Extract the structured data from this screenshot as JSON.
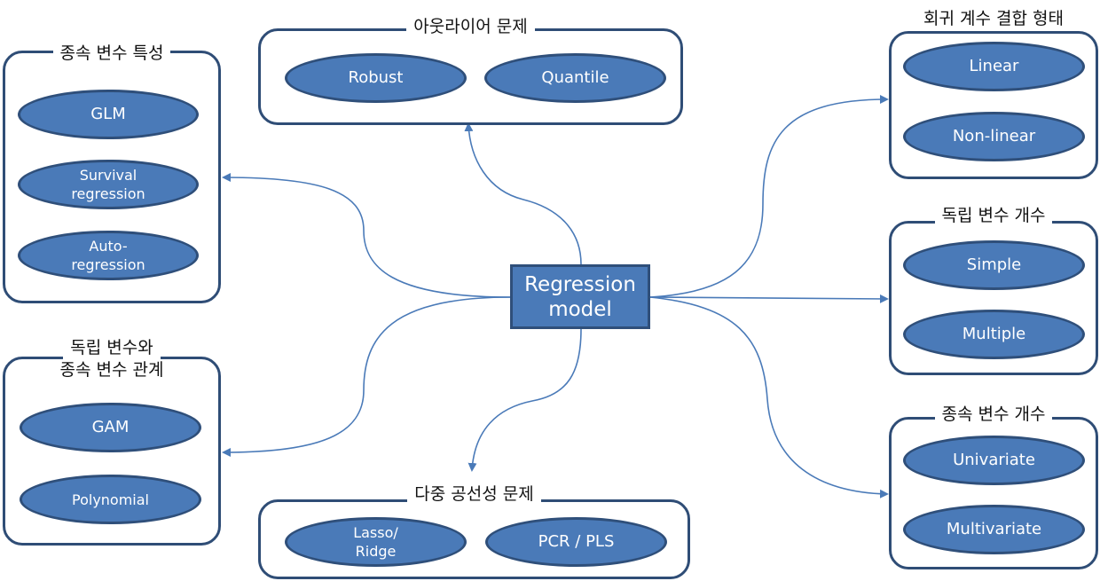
{
  "center": "Regression\nmodel",
  "groups": {
    "dependent_char": {
      "title": "종속 변수 특성",
      "items": [
        "GLM",
        "Survival\nregression",
        "Auto-\nregression"
      ]
    },
    "outlier": {
      "title": "아웃라이어 문제",
      "items": [
        "Robust",
        "Quantile"
      ]
    },
    "coef_form": {
      "title": "회귀 계수 결합 형태",
      "items": [
        "Linear",
        "Non-linear"
      ]
    },
    "indep_count": {
      "title": "독립 변수 개수",
      "items": [
        "Simple",
        "Multiple"
      ]
    },
    "dep_count": {
      "title": "종속 변수 개수",
      "items": [
        "Univariate",
        "Multivariate"
      ]
    },
    "multicollinearity": {
      "title": "다중 공선성 문제",
      "items": [
        "Lasso/\nRidge",
        "PCR / PLS"
      ]
    },
    "relation": {
      "title_line1": "독립 변수와",
      "title_line2": "종속 변수 관계",
      "items": [
        "GAM",
        "Polynomial"
      ]
    }
  },
  "colors": {
    "ellipse_fill": "#4a7ab8",
    "border": "#2f4d76",
    "arrow": "#4a7ab8"
  }
}
